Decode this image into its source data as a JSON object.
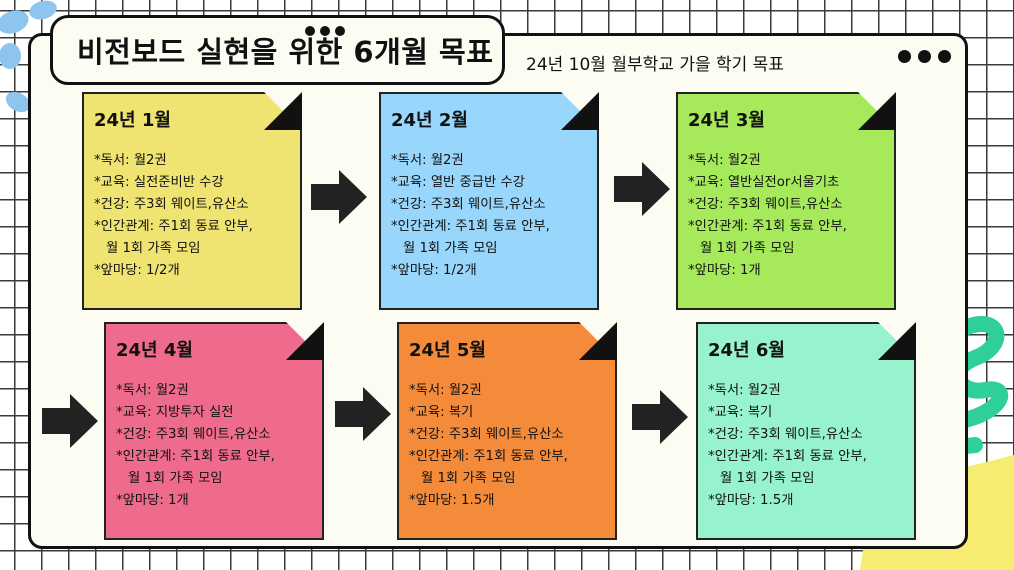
{
  "title": "비전보드 실현을 위한 6개월 목표",
  "subtitle": "24년 10월 월부학교 가을 학기 목표",
  "colors": {
    "board": "#fdfcf3",
    "note_1": "#efe371",
    "note_2": "#98d6fb",
    "note_3": "#a6ea5b",
    "note_4": "#ef6b8b",
    "note_5": "#f38b3b",
    "note_6": "#96f3cd",
    "blue_blob": "#8ec5ee",
    "green_squiggle": "#2ecf9a",
    "yellow_corner": "#f6ec72"
  },
  "notes": [
    {
      "title": "24년 1월",
      "reading": "*독서: 월2권",
      "education": "*교육: 실전준비반 수강",
      "health": "*건강: 주3회 웨이트,유산소",
      "relations": "*인간관계: 주1회 동료 안부,",
      "relations_2": "월 1회 가족 모임",
      "savings": "*앞마당: 1/2개"
    },
    {
      "title": "24년 2월",
      "reading": "*독서: 월2권",
      "education": "*교육: 열반 중급반 수강",
      "health": "*건강: 주3회 웨이트,유산소",
      "relations": "*인간관계: 주1회 동료 안부,",
      "relations_2": "월 1회 가족 모임",
      "savings": "*앞마당: 1/2개"
    },
    {
      "title": "24년 3월",
      "reading": "*독서: 월2권",
      "education": "*교육: 열반실전or서울기초",
      "health": "*건강: 주3회 웨이트,유산소",
      "relations": "*인간관계: 주1회 동료 안부,",
      "relations_2": "월 1회 가족 모임",
      "savings": "*앞마당: 1개"
    },
    {
      "title": "24년 4월",
      "reading": "*독서: 월2권",
      "education": "*교육: 지방투자 실전",
      "health": "*건강: 주3회 웨이트,유산소",
      "relations": "*인간관계: 주1회 동료 안부,",
      "relations_2": "월 1회 가족 모임",
      "savings": "*앞마당: 1개"
    },
    {
      "title": "24년 5월",
      "reading": "*독서: 월2권",
      "education": "*교육: 복기",
      "health": "*건강: 주3회 웨이트,유산소",
      "relations": "*인간관계: 주1회 동료 안부,",
      "relations_2": "월 1회 가족 모임",
      "savings": "*앞마당: 1.5개"
    },
    {
      "title": "24년 6월",
      "reading": "*독서: 월2권",
      "education": "*교육: 복기",
      "health": "*건강: 주3회 웨이트,유산소",
      "relations": "*인간관계: 주1회 동료 안부,",
      "relations_2": "월 1회 가족 모임",
      "savings": "*앞마당: 1.5개"
    }
  ]
}
